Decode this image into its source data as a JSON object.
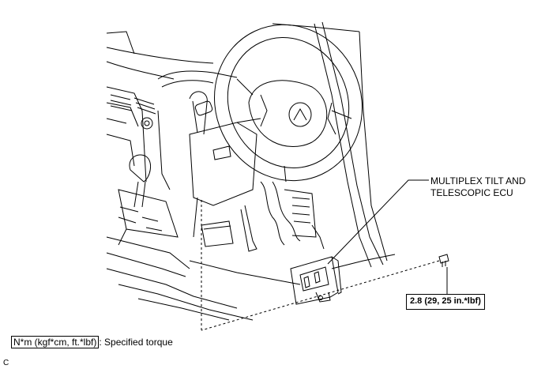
{
  "labels": {
    "ecu_line1": "MULTIPLEX TILT AND",
    "ecu_line2": "TELESCOPIC ECU",
    "torque_value": "2.8 (29, 25 in.*lbf)",
    "legend_unit": "N*m (kgf*cm, ft.*lbf)",
    "legend_text": ": Specified torque",
    "corner_mark": "C"
  }
}
